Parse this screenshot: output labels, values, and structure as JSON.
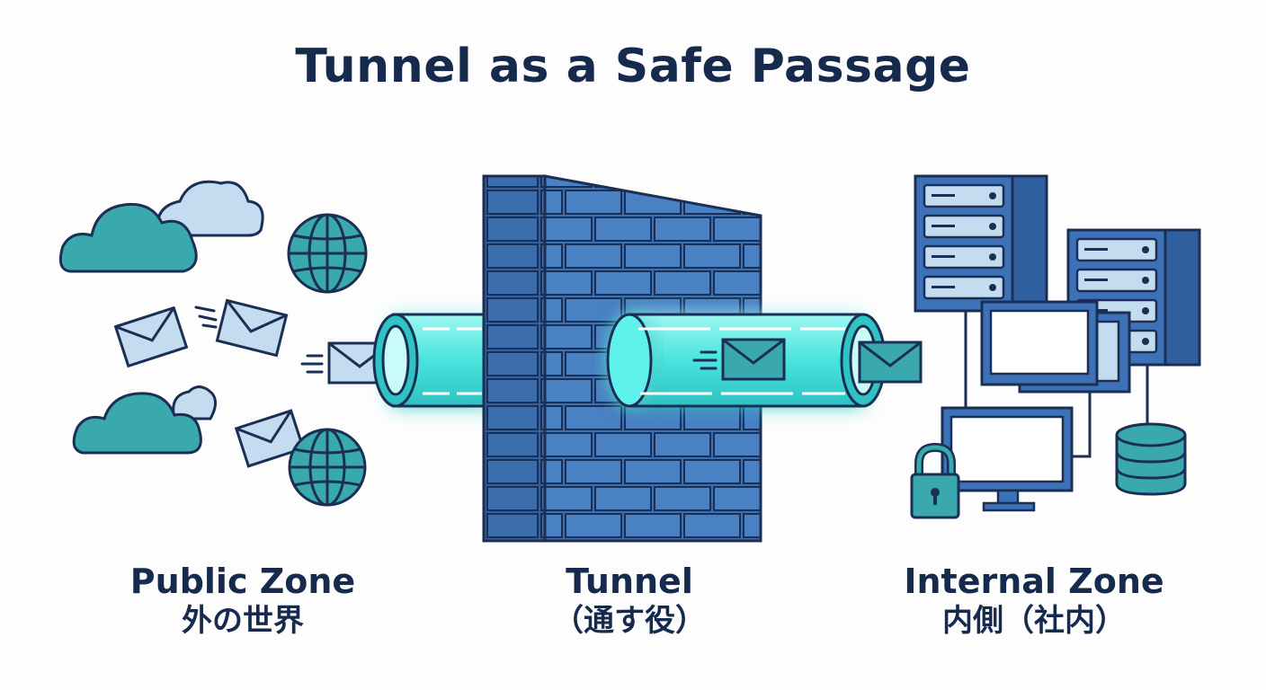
{
  "title": "Tunnel as a Safe Passage",
  "zones": {
    "public": {
      "label": "Public Zone",
      "sublabel": "外の世界"
    },
    "tunnel": {
      "label": "Tunnel",
      "sublabel": "（通す役）"
    },
    "internal": {
      "label": "Internal Zone",
      "sublabel": "内側（社内）"
    }
  },
  "icons": [
    "cloud-icon",
    "globe-icon",
    "envelope-icon",
    "brick-wall",
    "tunnel-pipe",
    "server-rack-icon",
    "monitor-icon",
    "padlock-icon",
    "database-icon"
  ],
  "colors": {
    "title": "#152a4d",
    "outline": "#1b2f55",
    "teal": "#3aa9ad",
    "wall": "#3d72b8",
    "tunnel_glow": "#5ef2ec",
    "light_blue": "#c4dcf0"
  }
}
